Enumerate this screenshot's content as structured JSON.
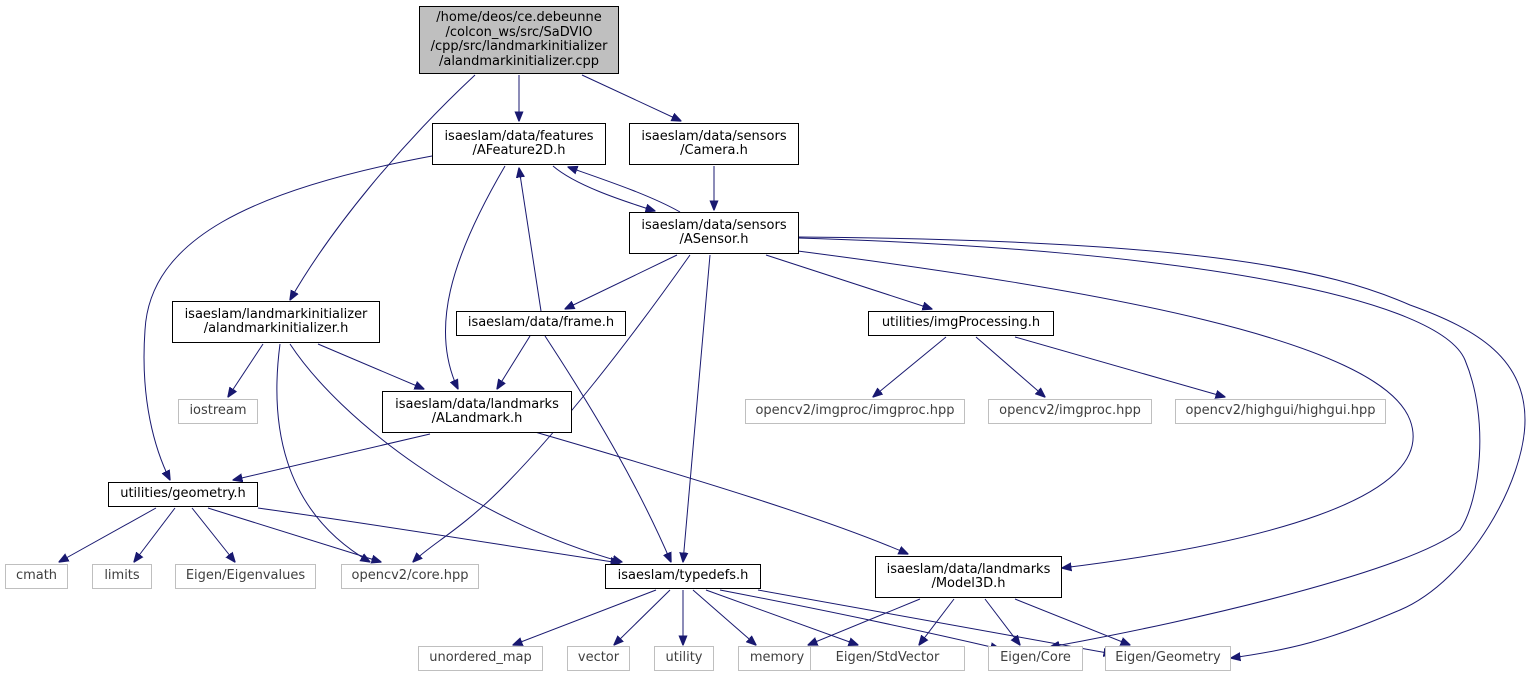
{
  "colors": {
    "edge": "#191970",
    "node_border": "#000000",
    "external_border": "#bfbfbf",
    "root_fill": "#bfbfbf"
  },
  "nodes": {
    "root": {
      "lines": [
        "/home/deos/ce.debeunne",
        "/colcon_ws/src/SaDVIO",
        "/cpp/src/landmarkinitializer",
        "/alandmarkinitializer.cpp"
      ]
    },
    "afeature2d": {
      "lines": [
        "isaeslam/data/features",
        "/AFeature2D.h"
      ]
    },
    "camera": {
      "lines": [
        "isaeslam/data/sensors",
        "/Camera.h"
      ]
    },
    "asensor": {
      "lines": [
        "isaeslam/data/sensors",
        "/ASensor.h"
      ]
    },
    "alandmarkinit_h": {
      "lines": [
        "isaeslam/landmarkinitializer",
        "/alandmarkinitializer.h"
      ]
    },
    "frame": {
      "lines": [
        "isaeslam/data/frame.h"
      ]
    },
    "imgprocessing": {
      "lines": [
        "utilities/imgProcessing.h"
      ]
    },
    "iostream": {
      "lines": [
        "iostream"
      ]
    },
    "alandmark": {
      "lines": [
        "isaeslam/data/landmarks",
        "/ALandmark.h"
      ]
    },
    "imgproc_imgproc": {
      "lines": [
        "opencv2/imgproc/imgproc.hpp"
      ]
    },
    "imgproc": {
      "lines": [
        "opencv2/imgproc.hpp"
      ]
    },
    "highgui": {
      "lines": [
        "opencv2/highgui/highgui.hpp"
      ]
    },
    "geometry": {
      "lines": [
        "utilities/geometry.h"
      ]
    },
    "cmath": {
      "lines": [
        "cmath"
      ]
    },
    "limits": {
      "lines": [
        "limits"
      ]
    },
    "eigenvalues": {
      "lines": [
        "Eigen/Eigenvalues"
      ]
    },
    "core_hpp": {
      "lines": [
        "opencv2/core.hpp"
      ]
    },
    "typedefs": {
      "lines": [
        "isaeslam/typedefs.h"
      ]
    },
    "model3d": {
      "lines": [
        "isaeslam/data/landmarks",
        "/Model3D.h"
      ]
    },
    "unordered_map": {
      "lines": [
        "unordered_map"
      ]
    },
    "vector": {
      "lines": [
        "vector"
      ]
    },
    "utility": {
      "lines": [
        "utility"
      ]
    },
    "memory": {
      "lines": [
        "memory"
      ]
    },
    "stdvector": {
      "lines": [
        "Eigen/StdVector"
      ]
    },
    "eigen_core": {
      "lines": [
        "Eigen/Core"
      ]
    },
    "eigen_geometry": {
      "lines": [
        "Eigen/Geometry"
      ]
    }
  }
}
